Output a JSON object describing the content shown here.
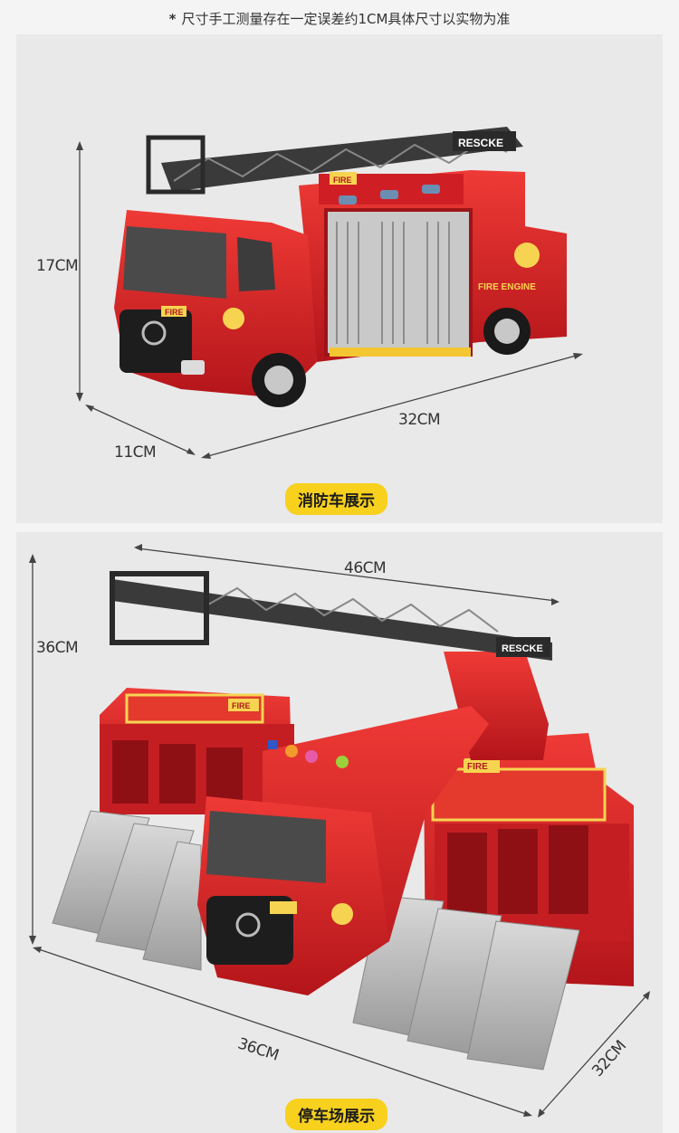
{
  "note": {
    "prefix": "*",
    "text": "尺寸手工测量存在一定误差约1CM具体尺寸以实物为准"
  },
  "truck": {
    "height": "17CM",
    "width": "11CM",
    "length": "32CM",
    "caption": "消防车展示",
    "brand": "RESCKE",
    "label_fire": "FIRE",
    "label_engine": "FIRE ENGINE",
    "cab_label": "FIRE"
  },
  "garage": {
    "height": "36CM",
    "ladder_length": "46CM",
    "length": "36CM",
    "depth": "32CM",
    "caption": "停车场展示",
    "brand": "RESCKE",
    "label_fire": "FIRE"
  },
  "colors": {
    "red": "#d8262a",
    "dark_red": "#9e1216",
    "caption_bg": "#f7d11e",
    "gray": "#bdbdbd"
  }
}
